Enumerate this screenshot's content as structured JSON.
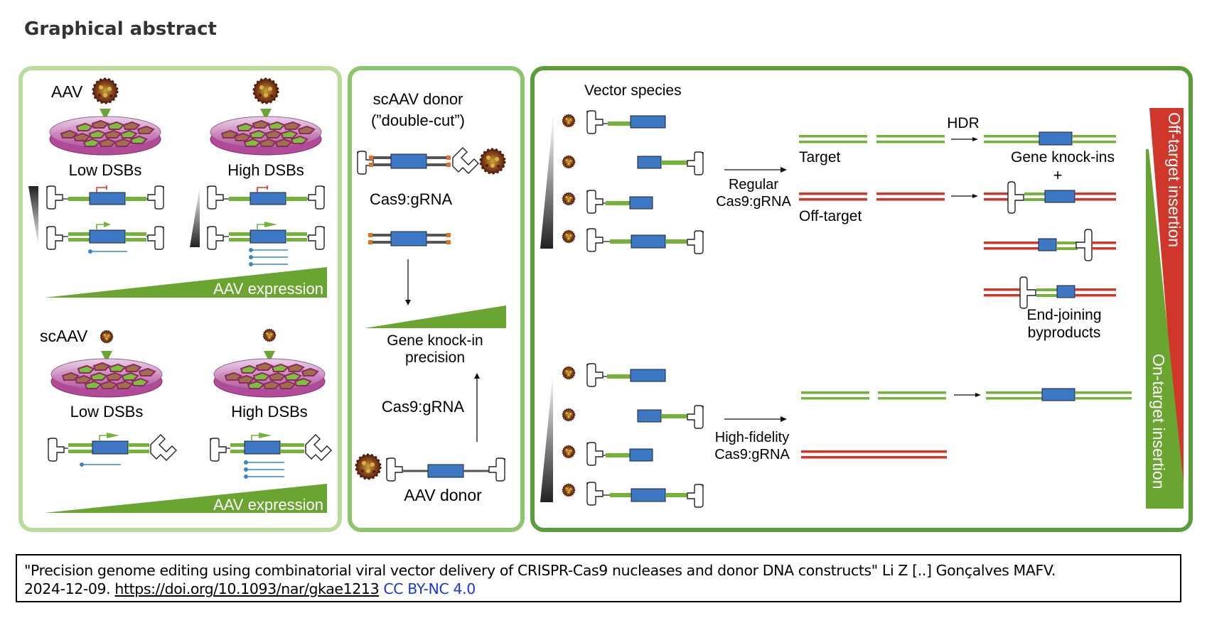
{
  "page": {
    "title": "Graphical abstract"
  },
  "colors": {
    "panel1_border": "#b9dc9b",
    "panel2_border": "#8cc66a",
    "panel3_border": "#5a9e3a",
    "wedge_green": "#6aa431",
    "strand_green": "#74b23a",
    "strand_red": "#d0362a",
    "gene_blue": "#3c78c4",
    "transcript_blue": "#3a86c8",
    "promoter_red": "#d0362a",
    "itr_orange": "#e07030",
    "dna_gray": "#555555"
  },
  "panel1": {
    "top": {
      "vector_label": "AAV",
      "left_label": "Low DSBs",
      "right_label": "High DSBs",
      "wedge_label": "AAV expression"
    },
    "bottom": {
      "vector_label": "scAAV",
      "left_label": "Low DSBs",
      "right_label": "High DSBs",
      "wedge_label": "AAV expression"
    }
  },
  "panel2": {
    "title_line1": "scAAV donor",
    "title_line2": "(”double-cut”)",
    "cas_label_top": "Cas9:gRNA",
    "precision_line1": "Gene knock-in",
    "precision_line2": "precision",
    "cas_label_bottom": "Cas9:gRNA",
    "donor_label": "AAV donor"
  },
  "panel3": {
    "vector_species_label": "Vector species",
    "regular_line1": "Regular",
    "regular_line2": "Cas9:gRNA",
    "highfi_line1": "High-fidelity",
    "highfi_line2": "Cas9:gRNA",
    "target_label": "Target",
    "offtarget_label": "Off-target",
    "hdr_label": "HDR",
    "knockins_label": "Gene knock-ins",
    "plus_label": "+",
    "endjoining_line1": "End-joining",
    "endjoining_line2": "byproducts",
    "offtarget_insertion_label": "Off-target insertion",
    "ontarget_insertion_label": "On-target insertion"
  },
  "caption": {
    "text_line1": "\"Precision genome editing using combinatorial viral vector delivery of CRISPR-Cas9 nucleases and donor DNA constructs\" Li Z [..] Gonçalves MAFV.",
    "date": "2024-12-09.",
    "doi": "https://doi.org/10.1093/nar/gkae1213",
    "license": "CC BY-NC 4.0"
  }
}
